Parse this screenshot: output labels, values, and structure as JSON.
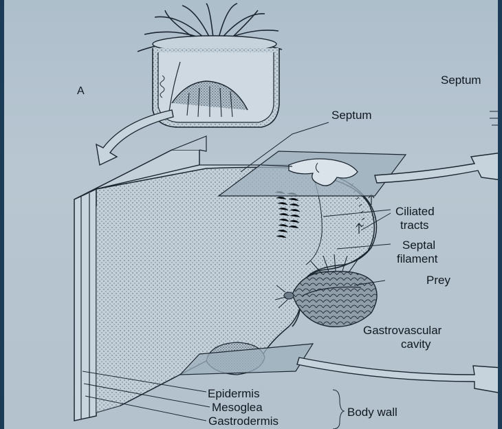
{
  "figure": {
    "panel_letter": "A",
    "labels": {
      "septum_top_right": "Septum",
      "septum_main": "Septum",
      "ciliated_line1": "Ciliated",
      "ciliated_line2": "tracts",
      "septal_line1": "Septal",
      "septal_line2": "filament",
      "prey": "Prey",
      "gastro_line1": "Gastrovascular",
      "gastro_line2": "cavity",
      "epidermis": "Epidermis",
      "mesoglea": "Mesoglea",
      "gastrodermis": "Gastrodermis",
      "body_wall": "Body wall"
    }
  }
}
